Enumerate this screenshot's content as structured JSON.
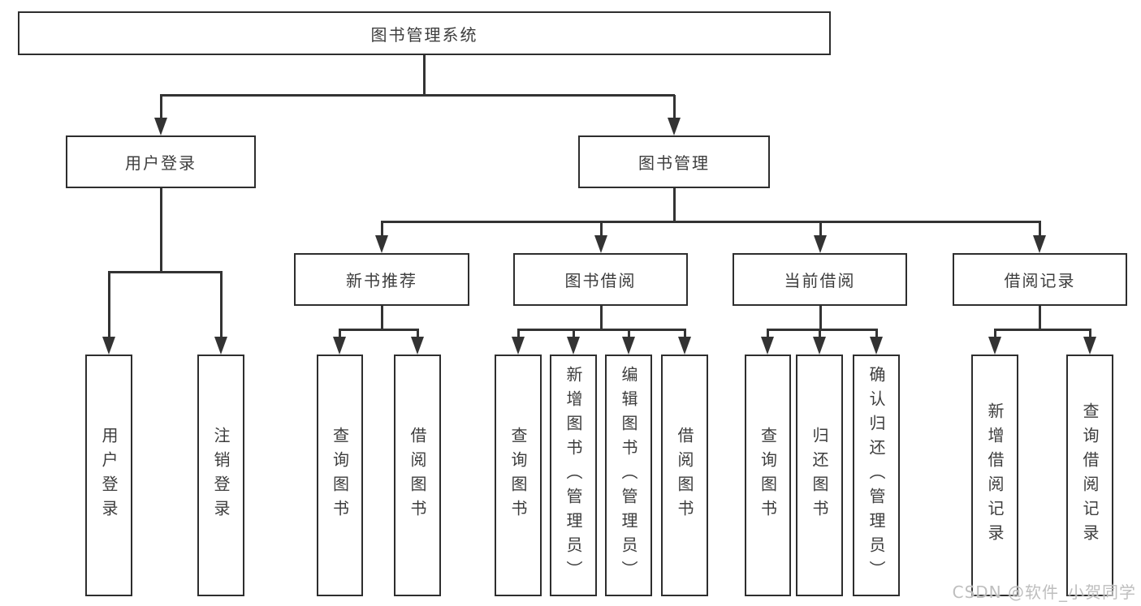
{
  "diagram_title": "图书管理系统",
  "tree": {
    "label": "图书管理系统",
    "children": [
      {
        "label": "用户登录",
        "children": [
          {
            "label": "用户登录"
          },
          {
            "label": "注销登录"
          }
        ]
      },
      {
        "label": "图书管理",
        "children": [
          {
            "label": "新书推荐",
            "children": [
              {
                "label": "查询图书"
              },
              {
                "label": "借阅图书"
              }
            ]
          },
          {
            "label": "图书借阅",
            "children": [
              {
                "label": "查询图书"
              },
              {
                "label": "新增图书（管理员）"
              },
              {
                "label": "编辑图书（管理员）"
              },
              {
                "label": "借阅图书"
              }
            ]
          },
          {
            "label": "当前借阅",
            "children": [
              {
                "label": "查询图书"
              },
              {
                "label": "归还图书"
              },
              {
                "label": "确认归还（管理员）"
              }
            ]
          },
          {
            "label": "借阅记录",
            "children": [
              {
                "label": "新增借阅记录"
              },
              {
                "label": "查询借阅记录"
              }
            ]
          }
        ]
      }
    ]
  },
  "watermark": {
    "text": "CSDN @软件_小贺同学"
  },
  "colors": {
    "line": "#333333",
    "box_border": "#2e2e2e",
    "text": "#3d3d3d",
    "background": "#ffffff",
    "watermark": "#bababa"
  }
}
